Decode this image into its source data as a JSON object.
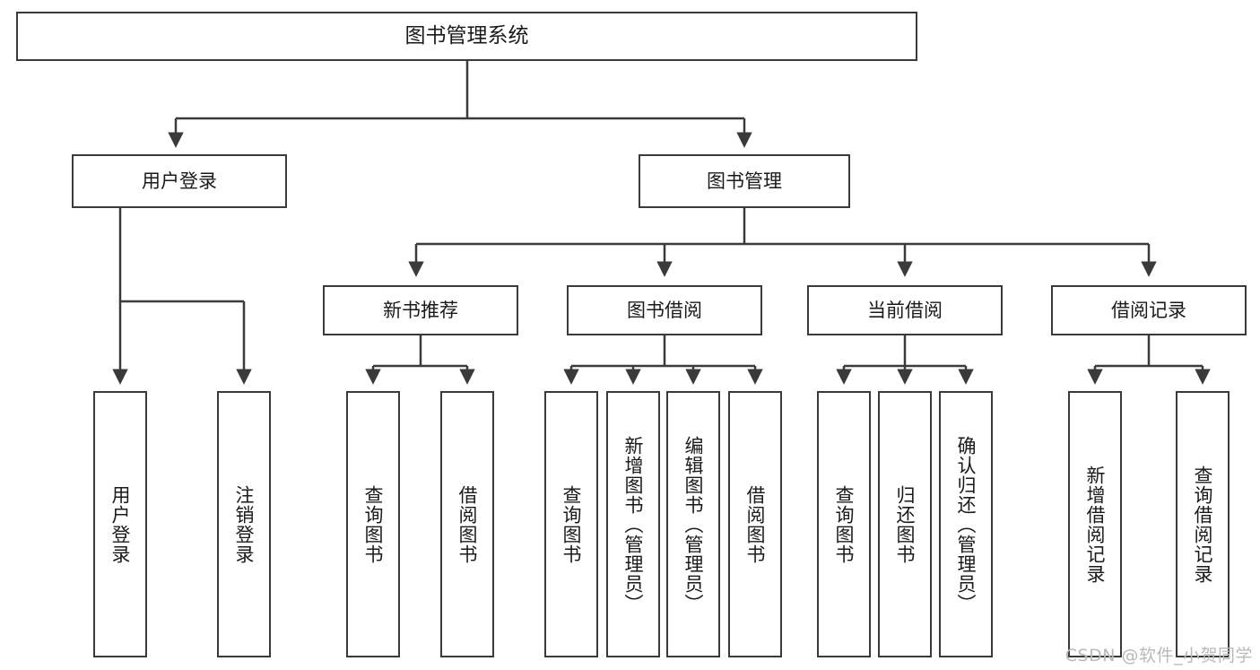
{
  "diagram": {
    "title": "图书管理系统",
    "type": "hierarchy-tree",
    "root": {
      "label": "图书管理系统"
    },
    "level2": [
      {
        "label": "用户登录"
      },
      {
        "label": "图书管理"
      }
    ],
    "level3": [
      {
        "label": "新书推荐",
        "parent": "图书管理"
      },
      {
        "label": "图书借阅",
        "parent": "图书管理"
      },
      {
        "label": "当前借阅",
        "parent": "图书管理"
      },
      {
        "label": "借阅记录",
        "parent": "图书管理"
      }
    ],
    "leaves": [
      {
        "label": "用户登录",
        "parent": "用户登录"
      },
      {
        "label": "注销登录",
        "parent": "用户登录"
      },
      {
        "label": "查询图书",
        "parent": "新书推荐"
      },
      {
        "label": "借阅图书",
        "parent": "新书推荐"
      },
      {
        "label": "查询图书",
        "parent": "图书借阅"
      },
      {
        "label": "新增图书（管理员）",
        "parent": "图书借阅"
      },
      {
        "label": "编辑图书（管理员）",
        "parent": "图书借阅"
      },
      {
        "label": "借阅图书",
        "parent": "图书借阅"
      },
      {
        "label": "查询图书",
        "parent": "当前借阅"
      },
      {
        "label": "归还图书",
        "parent": "当前借阅"
      },
      {
        "label": "确认归还（管理员）",
        "parent": "当前借阅"
      },
      {
        "label": "新增借阅记录",
        "parent": "借阅记录"
      },
      {
        "label": "查询借阅记录",
        "parent": "借阅记录"
      }
    ],
    "colors": {
      "stroke": "#3a3a3a",
      "fill": "#ffffff",
      "text": "#1a1a1a",
      "watermark": "#b9b9b9"
    }
  },
  "watermark": {
    "text": "CSDN @软件_小贺同学"
  }
}
